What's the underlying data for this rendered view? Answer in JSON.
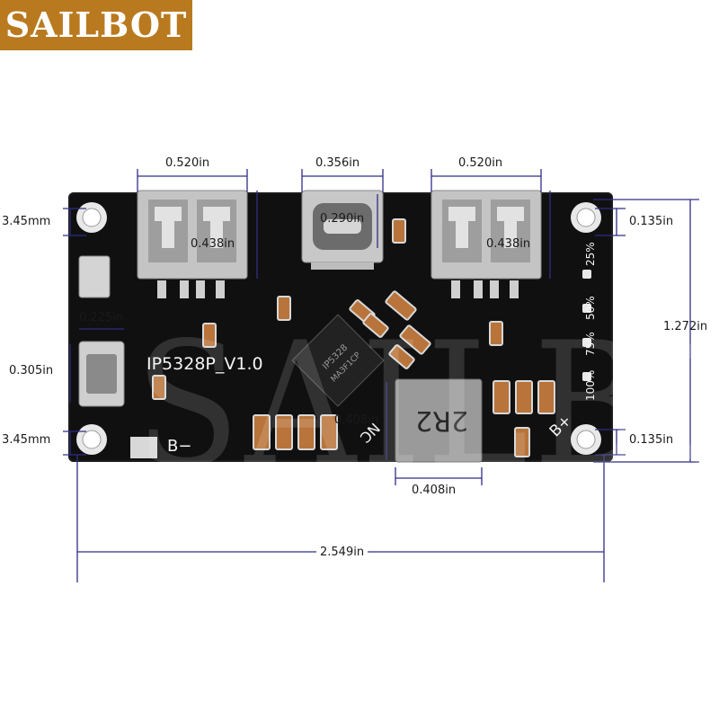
{
  "brand": {
    "logo_text": "SAILBOT",
    "logo_bg": "#b97a1f",
    "watermark": "SAILBOT"
  },
  "board": {
    "model_label": "IP5328P_V1.0",
    "chip_text": [
      "IP5328",
      "MA3F1CP"
    ],
    "inductor_text": "2R2",
    "silk_b_minus": "B−",
    "silk_b_plus": "B+",
    "silk_nc": "NC",
    "led_levels": [
      "25%",
      "50%",
      "75%",
      "100%"
    ]
  },
  "dimensions": {
    "usb_left_width": "0.520in",
    "usbc_width": "0.356in",
    "usb_right_width": "0.520in",
    "usbc_height": "0.290in",
    "usb_left_height": "0.438in",
    "usb_right_height": "0.438in",
    "hole_left_top": "3.45mm",
    "hole_left_bottom": "3.45mm",
    "hole_right_top": "0.135in",
    "hole_right_bottom": "0.135in",
    "board_height": "1.272in",
    "micro_usb_width": "0.225in",
    "micro_usb_height": "0.305in",
    "inductor_height": "0.408in",
    "inductor_width": "0.408in",
    "board_length": "2.549in"
  },
  "colors": {
    "dimension_line": "#2e2e86",
    "board": "#101010",
    "metal": "#b8b8b8"
  }
}
